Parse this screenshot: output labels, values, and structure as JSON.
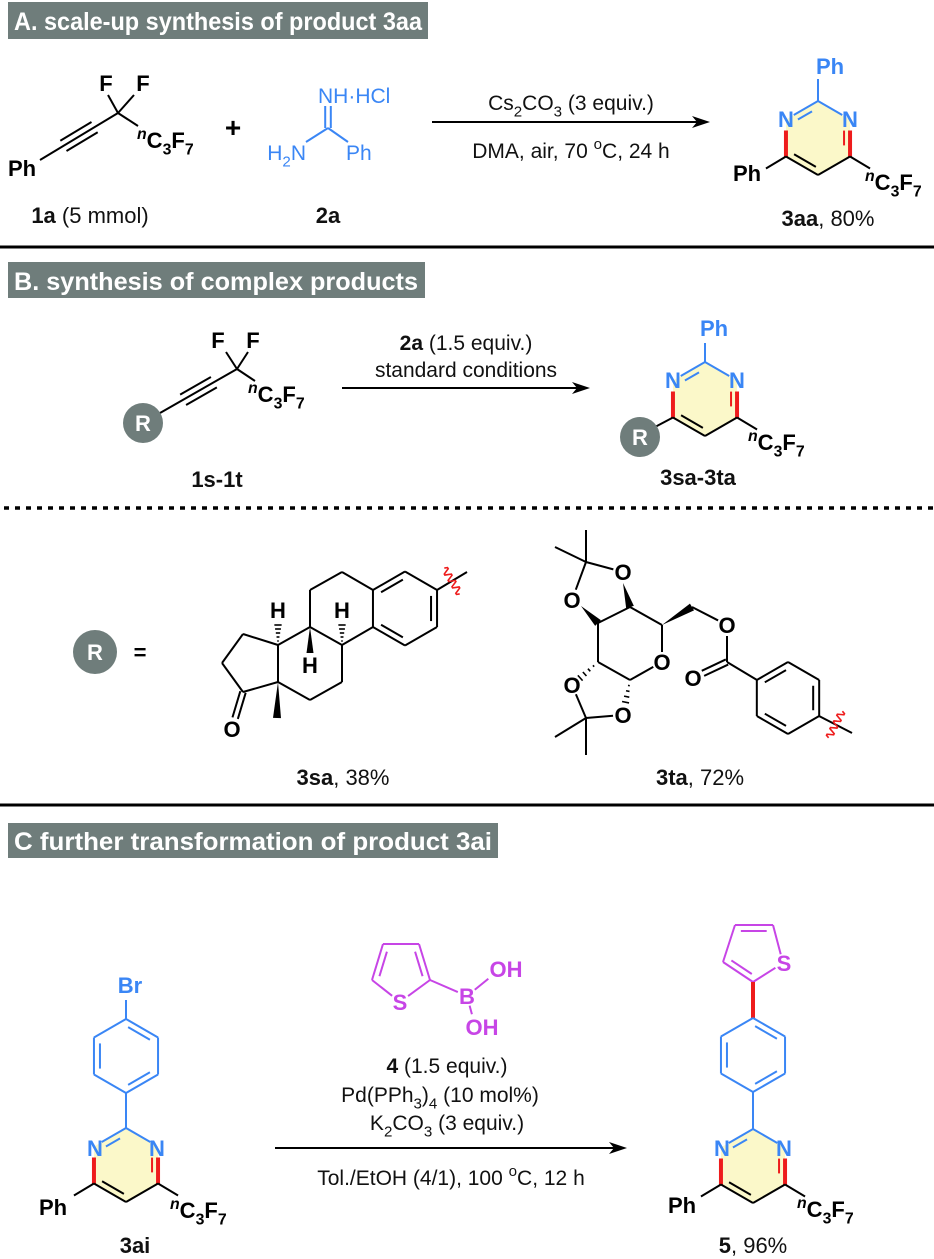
{
  "section_a": {
    "header": "A. scale-up synthesis of product 3aa",
    "reactant_1a": {
      "ph": "Ph",
      "f1": "F",
      "f2": "F",
      "rf": "|n|C_3_F_7_",
      "label": "*1a* (5 mmol)"
    },
    "plus": "+",
    "reactant_2a": {
      "imine": "NH·HCl",
      "amine": "H_2_N",
      "ph": "Ph",
      "label": "*2a*"
    },
    "conditions": {
      "above": "Cs_2_CO_3_ (3 equiv.)",
      "below": "DMA, air, 70 ^o^C, 24 h"
    },
    "product_3aa": {
      "ph_top": "Ph",
      "n1": "N",
      "n3": "N",
      "ph_left": "Ph",
      "rf": "|n|C_3_F_7_",
      "label": "*3aa*, 80%"
    }
  },
  "section_b": {
    "header": "B. synthesis of complex products",
    "substrate": {
      "r": "R",
      "f1": "F",
      "f2": "F",
      "rf": "|n|C_3_F_7_",
      "label": "*1s-1t*"
    },
    "conditions": {
      "above": "*2a* (1.5 equiv.)",
      "below": "standard conditions"
    },
    "product": {
      "ph_top": "Ph",
      "n1": "N",
      "n3": "N",
      "r": "R",
      "rf": "|n|C_3_F_7_",
      "label": "*3sa-3ta*"
    },
    "r_definition": {
      "r": "R",
      "equals": "=",
      "steroid": {
        "h1": "H",
        "h2": "H",
        "h3": "H",
        "o": "O",
        "label": "*3sa*, 38%"
      },
      "sugar": {
        "o1": "O",
        "o2": "O",
        "o3": "O",
        "o4": "O",
        "o5": "O",
        "o6": "O",
        "o7": "O",
        "label": "*3ta*, 72%"
      }
    }
  },
  "section_c": {
    "header": "C further transformation of product 3ai",
    "substrate_3ai": {
      "br": "Br",
      "n1": "N",
      "n3": "N",
      "ph": "Ph",
      "rf": "|n|C_3_F_7_",
      "label": "*3ai*"
    },
    "reagent_4": {
      "s": "S",
      "b": "B",
      "oh1": "OH",
      "oh2": "OH"
    },
    "conditions": {
      "line1": "*4* (1.5 equiv.)",
      "line2": "Pd(PPh_3_)_4_ (10 mol%)",
      "line3": "K_2_CO_3_ (3 equiv.)",
      "below": "Tol./EtOH (4/1), 100 ^o^C, 12 h"
    },
    "product_5": {
      "s": "S",
      "n1": "N",
      "n3": "N",
      "ph": "Ph",
      "rf": "|n|C_3_F_7_",
      "label": "*5*, 96%"
    }
  },
  "colors": {
    "header_bg": "#6f7d7b",
    "amidine_blue": "#3a86f5",
    "new_bond_red": "#ee1c1c",
    "thiophene_magenta": "#c745e6",
    "pyrimidine_fill": "#fbf8c9"
  }
}
